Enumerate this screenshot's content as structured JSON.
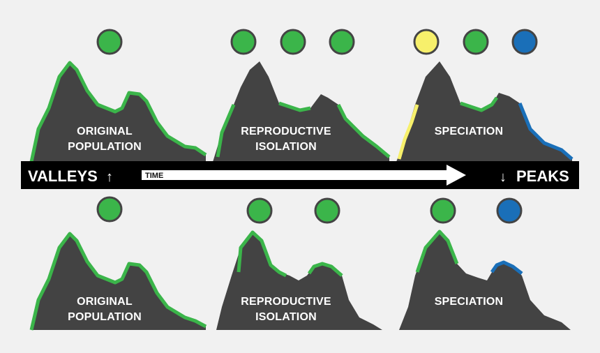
{
  "bar": {
    "valleys_label": "VALLEYS",
    "valleys_arrow": "↑",
    "time_label": "TIME",
    "peaks_arrow": "↓",
    "peaks_label": "PEAKS"
  },
  "colors": {
    "mountain": "#434343",
    "green": "#3bb54a",
    "yellow": "#f7f06b",
    "blue": "#1a6fb8",
    "bar": "#000000",
    "background": "#f1f1f1"
  },
  "top_row": [
    {
      "line1": "ORIGINAL",
      "line2": "POPULATION",
      "circles": [
        "green"
      ]
    },
    {
      "line1": "REPRODUCTIVE",
      "line2": "ISOLATION",
      "circles": [
        "green",
        "green",
        "green"
      ]
    },
    {
      "line1": "SPECIATION",
      "line2": "",
      "circles": [
        "yellow",
        "green",
        "blue"
      ]
    }
  ],
  "bottom_row": [
    {
      "line1": "ORIGINAL",
      "line2": "POPULATION",
      "circles": [
        "green"
      ]
    },
    {
      "line1": "REPRODUCTIVE",
      "line2": "ISOLATION",
      "circles": [
        "green",
        "green"
      ]
    },
    {
      "line1": "SPECIATION",
      "line2": "",
      "circles": [
        "green",
        "blue"
      ]
    }
  ]
}
